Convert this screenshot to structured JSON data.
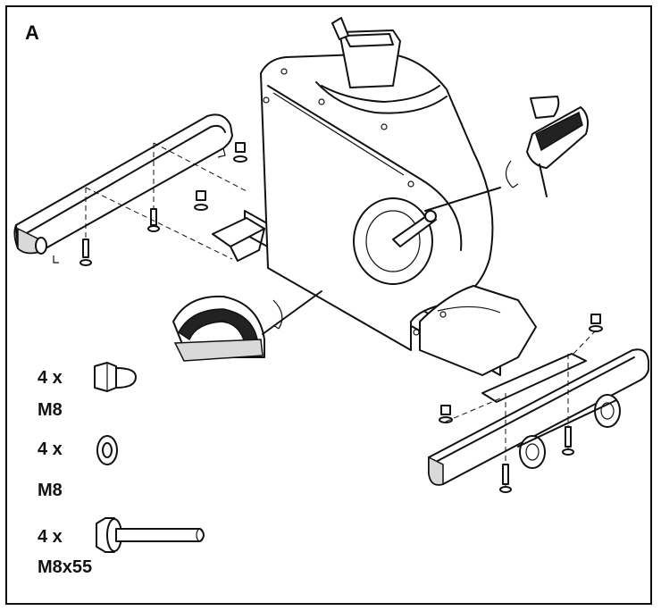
{
  "step": "A",
  "parts": [
    {
      "qty": "4 x",
      "spec": "M8",
      "icon": "cap-nut-icon"
    },
    {
      "qty": "4 x",
      "spec": "M8",
      "icon": "washer-icon"
    },
    {
      "qty": "4 x",
      "spec": "M8x55",
      "icon": "bolt-icon"
    }
  ]
}
